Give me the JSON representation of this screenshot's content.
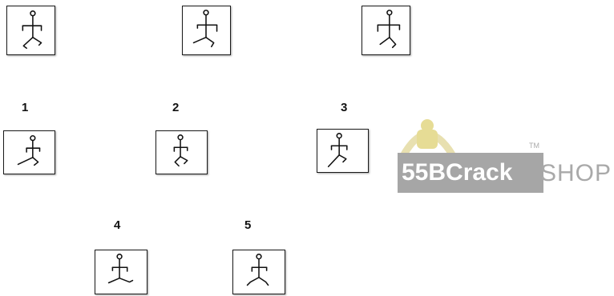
{
  "option_labels": [
    "1",
    "2",
    "3",
    "4",
    "5"
  ],
  "watermark": {
    "brand_left": "55BCrack",
    "brand_right": "SHOP",
    "trademark": "TM",
    "box_color": "#a6a6a6",
    "text_color": "#a9a9a9",
    "icon_color": "#e6dc95"
  }
}
